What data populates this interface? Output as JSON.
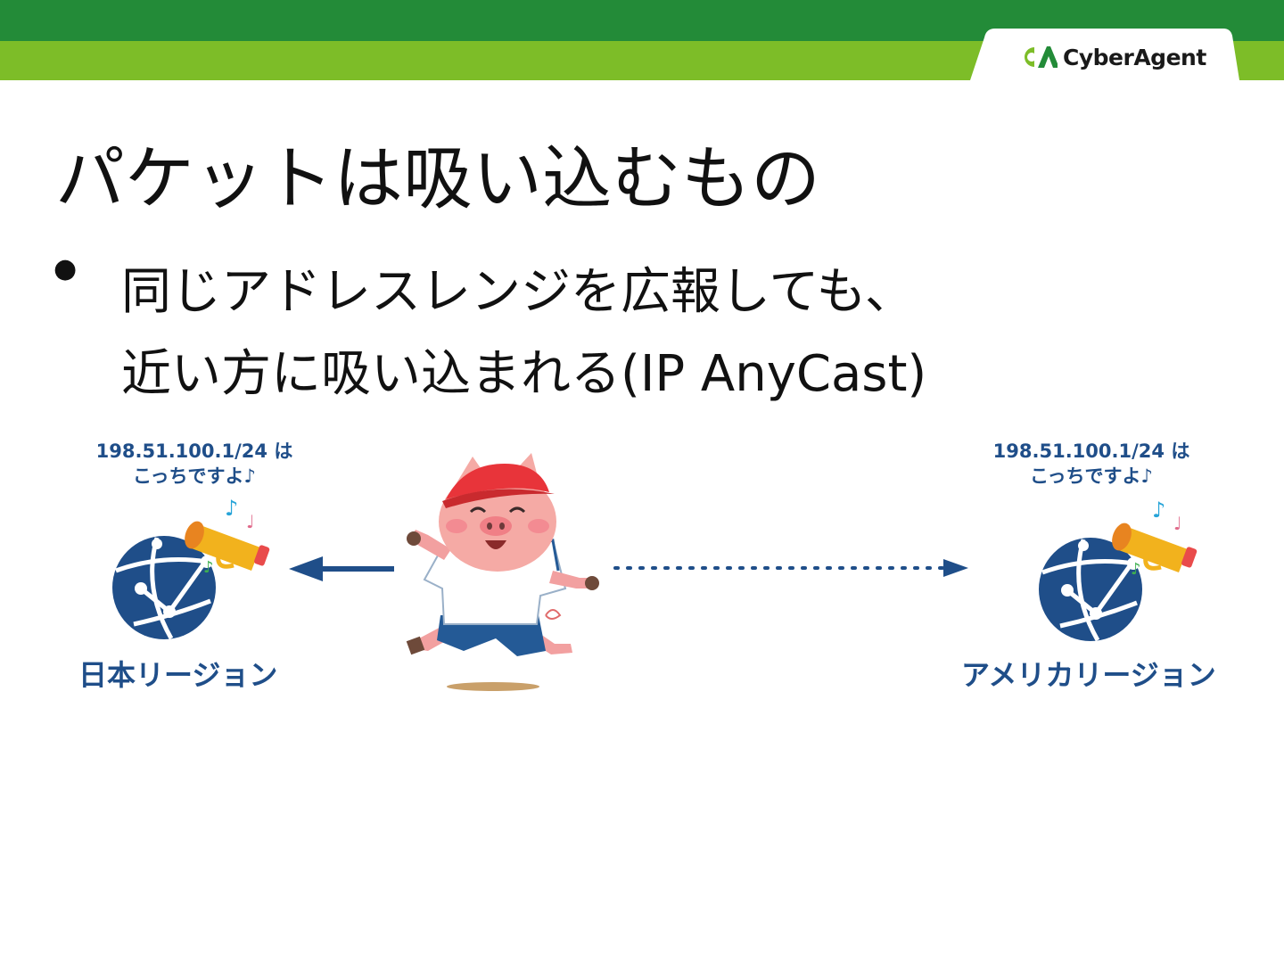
{
  "header": {
    "logo_text": "CyberAgent",
    "colors": {
      "dark_green": "#238b38",
      "light_green": "#7dbd28"
    }
  },
  "slide": {
    "title": "パケットは吸い込むもの",
    "bullet_symbol": "●",
    "bullet_line1": "同じアドレスレンジを広報しても、",
    "bullet_line2": "近い方に吸い込まれる(IP AnyCast)"
  },
  "diagram": {
    "left": {
      "callout_line1": "198.51.100.1/24 は",
      "callout_line2": "こっちですよ♪",
      "region_label": "日本リージョン"
    },
    "right": {
      "callout_line1": "198.51.100.1/24 は",
      "callout_line2": "こっちですよ♪",
      "region_label": "アメリカリージョン"
    },
    "colors": {
      "label": "#1f4e89",
      "globe": "#1f4e89",
      "arrow": "#1f4e89"
    }
  }
}
